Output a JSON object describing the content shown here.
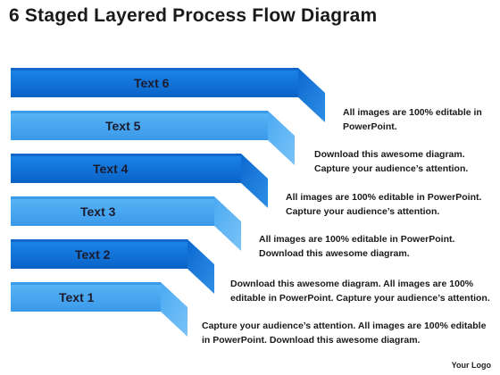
{
  "title": "6 Staged Layered Process Flow Diagram",
  "logo_text": "Your Logo",
  "colors": {
    "front_light_top": "#58b4f4",
    "front_light_bottom": "#3d9bec",
    "front_dark_top": "#1b84ea",
    "front_dark_bottom": "#0a63c8",
    "top_face": "#0b57b3",
    "side_light": "#4aaaf3",
    "side_dark": "#0e6fd6"
  },
  "stages": [
    {
      "label": "Text 6",
      "tone": "dark",
      "description": [
        "All images are 100% editable in",
        "PowerPoint."
      ]
    },
    {
      "label": "Text 5",
      "tone": "light",
      "description": [
        "Download this awesome diagram.",
        "Capture your audience’s attention."
      ]
    },
    {
      "label": "Text 4",
      "tone": "dark",
      "description": [
        "All images are 100% editable in PowerPoint.",
        "Capture your audience’s attention."
      ]
    },
    {
      "label": "Text 3",
      "tone": "light",
      "description": [
        "All images are 100% editable in PowerPoint.",
        "Download this awesome diagram."
      ]
    },
    {
      "label": "Text 2",
      "tone": "dark",
      "description": [
        "Download this awesome diagram. All images are 100%",
        "editable in PowerPoint. Capture your audience’s attention."
      ]
    },
    {
      "label": "Text 1",
      "tone": "light",
      "description": [
        "Capture your audience’s attention. All images are 100% editable",
        "in PowerPoint.  Download this awesome diagram."
      ]
    }
  ]
}
